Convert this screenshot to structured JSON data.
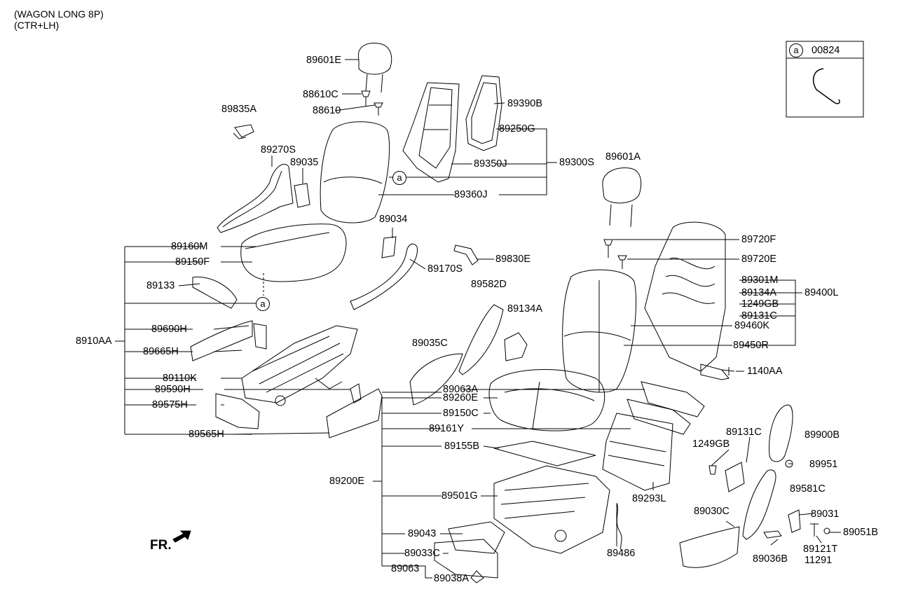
{
  "header": {
    "line1": "(WAGON LONG 8P)",
    "line2": "(CTR+LH)"
  },
  "inset": {
    "letter": "a",
    "code": "00824"
  },
  "front_marker": "FR.",
  "callout_letter": "a",
  "parts": {
    "p89601E": "89601E",
    "p88610C": "88610C",
    "p88610": "88610",
    "p89390B": "89390B",
    "p89835A": "89835A",
    "p89250G": "89250G",
    "p89270S": "89270S",
    "p89035": "89035",
    "p89350J": "89350J",
    "p89300S": "89300S",
    "p89360J": "89360J",
    "p89601A": "89601A",
    "p89034": "89034",
    "p89160M": "89160M",
    "p89830E": "89830E",
    "p89150F": "89150F",
    "p89170S": "89170S",
    "p89133": "89133",
    "p89720F": "89720F",
    "p89720E": "89720E",
    "p89301M": "89301M",
    "p89134A_r": "89134A",
    "p89400L": "89400L",
    "p1249GB_r": "1249GB",
    "p89582D": "89582D",
    "p89131C_r": "89131C",
    "p89134A": "89134A",
    "p89690H": "89690H",
    "p89460K": "89460K",
    "p8910AA": "8910AA",
    "p89665H": "89665H",
    "p89035C": "89035C",
    "p89450R": "89450R",
    "p1140AA": "1140AA",
    "p89110K": "89110K",
    "p89590H": "89590H",
    "p89063A": "89063A",
    "p89260E": "89260E",
    "p89575H": "89575H",
    "p89150C": "89150C",
    "p89161Y": "89161Y",
    "p89565H": "89565H",
    "p89131C": "89131C",
    "p89900B": "89900B",
    "p1249GB": "1249GB",
    "p89155B": "89155B",
    "p89951": "89951",
    "p89200E": "89200E",
    "p89581C": "89581C",
    "p89501G": "89501G",
    "p89293L": "89293L",
    "p89030C": "89030C",
    "p89031": "89031",
    "p89043": "89043",
    "p89051B": "89051B",
    "p89121T": "89121T",
    "p89033C": "89033C",
    "p89486": "89486",
    "p89036B": "89036B",
    "p11291": "11291",
    "p89063": "89063",
    "p89038A": "89038A"
  }
}
